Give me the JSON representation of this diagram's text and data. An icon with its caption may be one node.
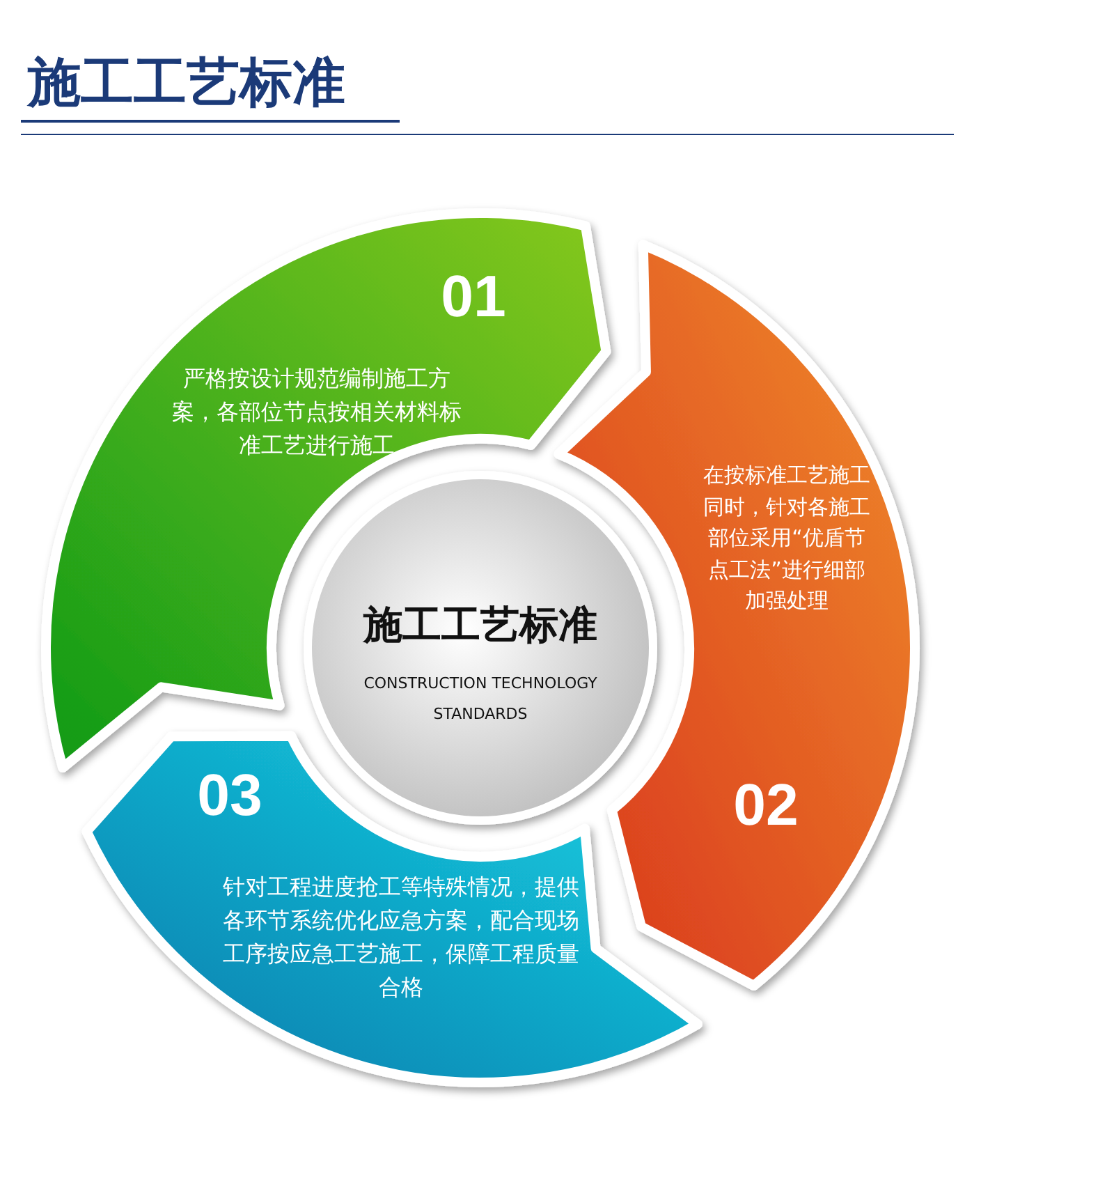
{
  "diagram": {
    "title": "施工工艺标准",
    "nodes": [
      {
        "text": [
          "施工工艺标准",
          "CONSTRUCTION TECHNOLOGY STANDARDS"
        ]
      },
      {
        "text": [
          "01",
          "严格按设计规范编制施工方案，各部位节点按相关材料标准工艺进行施工"
        ]
      },
      {
        "text": [
          "在按标准工艺施工同时，针对各施工部位采用“优盾节点工法”进行细部加强处理",
          "02"
        ]
      },
      {
        "text": [
          "03",
          "针对工程进度抢工等特殊情况，提供各环节系统优化应急方案，配合现场工序按应急工艺施工，保障工程质量合格"
        ]
      }
    ]
  }
}
